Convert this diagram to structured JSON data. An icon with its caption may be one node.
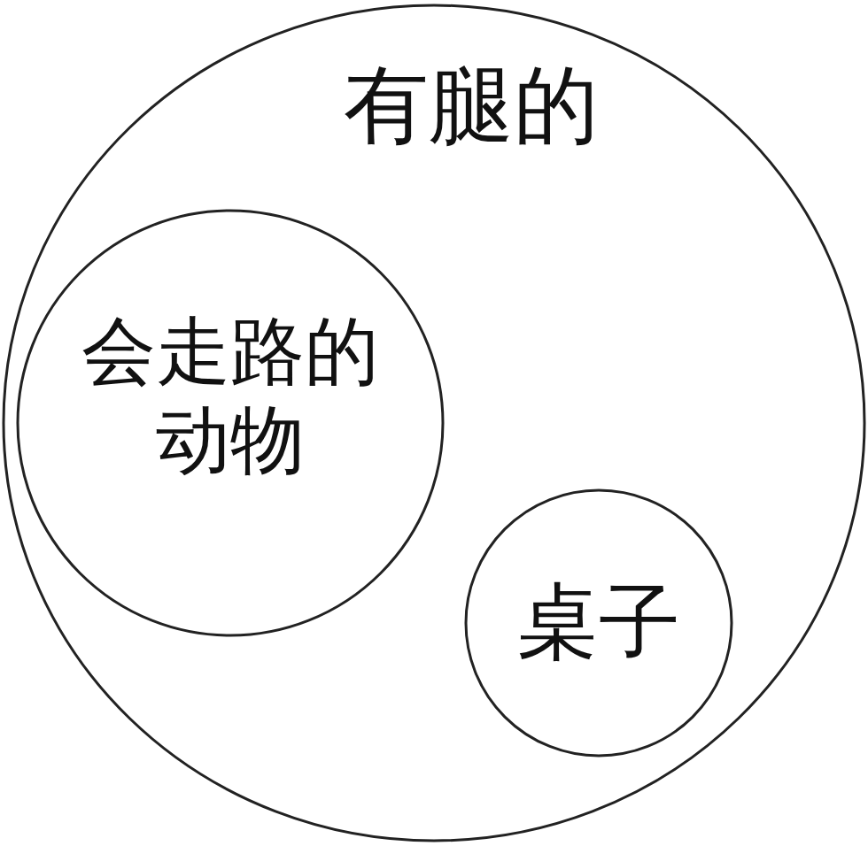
{
  "diagram": {
    "nodes": [
      {
        "text": [
          "有腿的"
        ]
      },
      {
        "text": [
          "会走路的动物"
        ],
        "in": 0
      },
      {
        "text": [
          "桌子"
        ],
        "in": 0
      }
    ]
  }
}
